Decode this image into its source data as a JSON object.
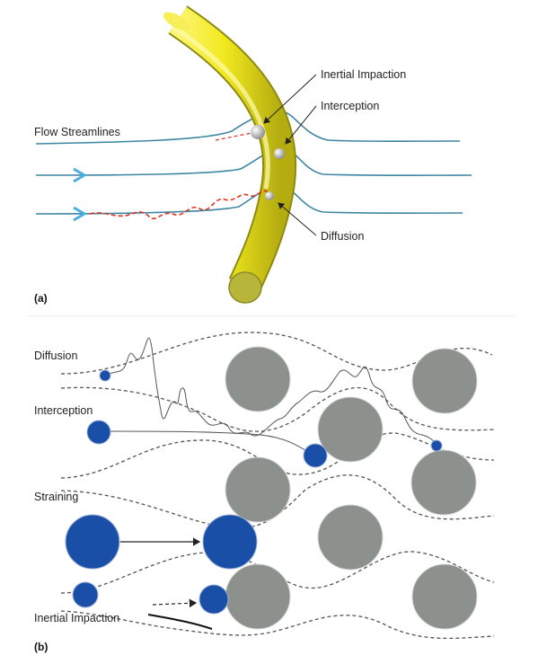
{
  "panel_a": {
    "tag": "(a)",
    "labels": {
      "flow_streamlines": "Flow Streamlines",
      "inertial_impaction": "Inertial Impaction",
      "interception": "Interception",
      "diffusion": "Diffusion"
    }
  },
  "panel_b": {
    "tag": "(b)",
    "labels": {
      "diffusion": "Diffusion",
      "interception": "Interception",
      "straining": "Straining",
      "inertial_impaction": "Inertial Impaction"
    }
  },
  "colors": {
    "fiber": "#f2ea1e",
    "fiber_end": "#b8b63a",
    "streamline": "#3d86a3",
    "flow_arrow": "#4aaee0",
    "diffusion_path": "#e03020",
    "collector": "#8c918e",
    "particle": "#1a4fa8",
    "flow_path": "#555555"
  }
}
